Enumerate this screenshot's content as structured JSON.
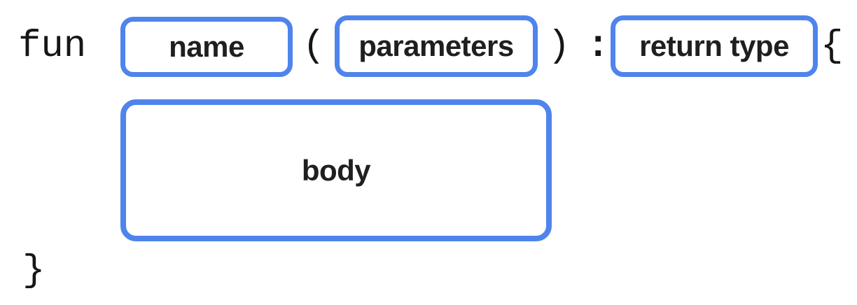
{
  "diagram": {
    "tokens": {
      "keyword": "fun",
      "open_paren": "(",
      "close_paren": ")",
      "colon": ":",
      "open_brace": "{",
      "close_brace": "}"
    },
    "placeholders": {
      "name": "name",
      "parameters": "parameters",
      "return_type": "return type",
      "body": "body"
    }
  },
  "colors": {
    "border": "#4e84ec",
    "label_text": "#1f1f1f",
    "code_text": "#161616",
    "background": "#ffffff"
  }
}
